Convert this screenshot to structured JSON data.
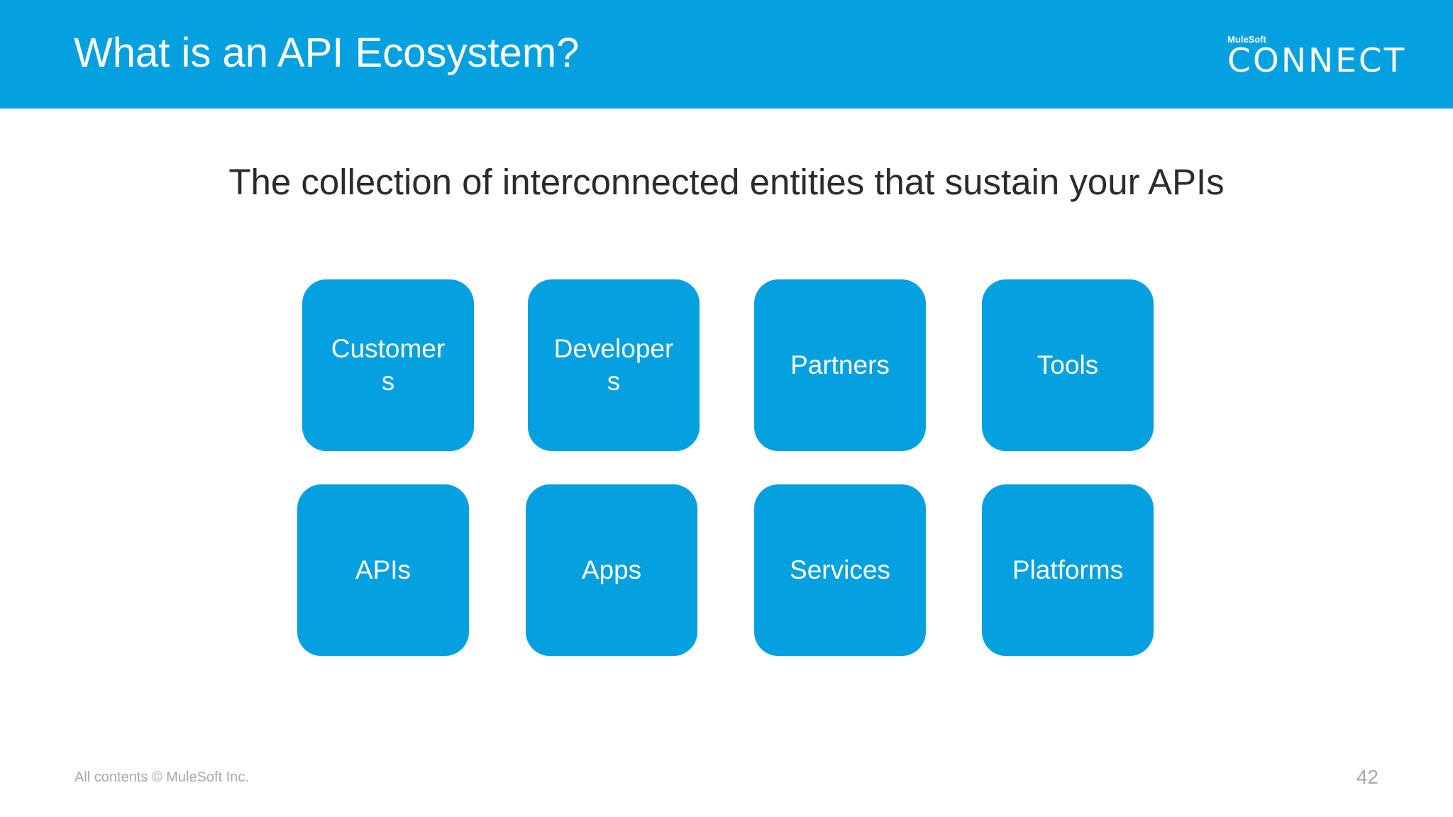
{
  "header": {
    "title": "What is an API Ecosystem?",
    "brand_small": "MuleSoft",
    "brand_word": "CONNECT",
    "background": "#05a0e0"
  },
  "main": {
    "subtitle": "The collection of interconnected entities that sustain your APIs",
    "tiles": [
      {
        "label": "Customer\ns"
      },
      {
        "label": "Developer\ns"
      },
      {
        "label": "Partners"
      },
      {
        "label": "Tools"
      },
      {
        "label": "APIs"
      },
      {
        "label": "Apps"
      },
      {
        "label": "Services"
      },
      {
        "label": "Platforms"
      }
    ],
    "tile_color": "#05a0e0"
  },
  "footer": {
    "copyright": "All contents © MuleSoft Inc.",
    "page_number": "42"
  }
}
